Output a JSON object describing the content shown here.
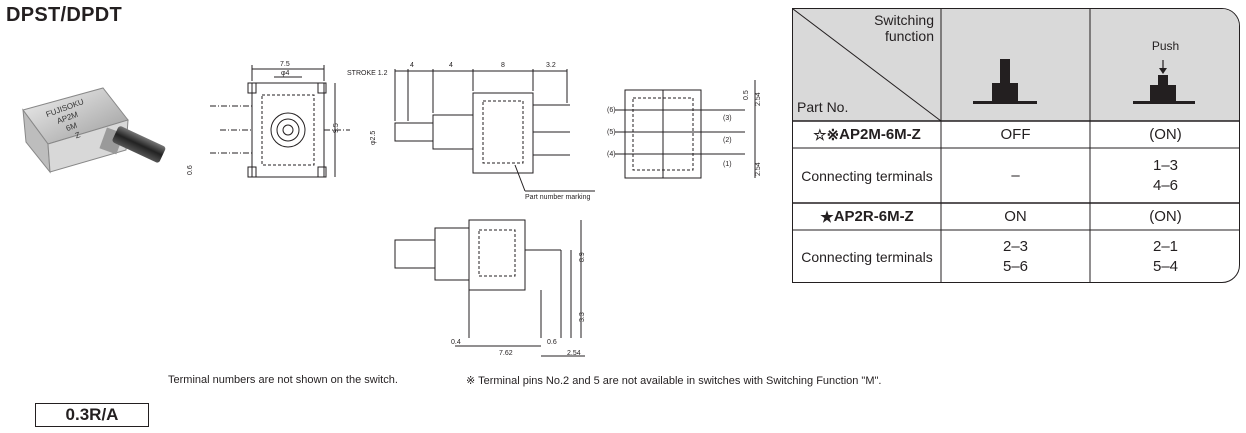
{
  "title": "DPST/DPDT",
  "product_photo": {
    "label_lines": [
      "FUJISOKU",
      "AP2M",
      "6M",
      "Z"
    ]
  },
  "drawings": {
    "front_dims": [
      "7.5",
      "φ4",
      "9.5",
      "0.6"
    ],
    "side_dims": [
      "STROKE 1.2",
      "4",
      "4",
      "8",
      "3.2",
      "φ2.5"
    ],
    "side_marking": "Part number marking",
    "rear_dims": [
      "0.5",
      "2.54",
      "2.54"
    ],
    "rear_terminals_left": [
      "(6)",
      "(5)",
      "(4)"
    ],
    "rear_terminals_right": [
      "(3)",
      "(2)",
      "(1)"
    ],
    "bottom_dims": [
      "8.9",
      "3.3",
      "0.4",
      "0.6",
      "7.62",
      "2.54"
    ]
  },
  "table": {
    "header_diag_top": "Switching function",
    "header_diag_bottom": "Part No.",
    "col_push": "Push",
    "rows": [
      {
        "kind": "part",
        "prefix": "☆※",
        "part": "AP2M-6M-Z",
        "c1": "OFF",
        "c2": "(ON)"
      },
      {
        "kind": "term",
        "label": "Connecting terminals",
        "c1": "–",
        "c2_lines": [
          "1–3",
          "4–6"
        ]
      },
      {
        "kind": "part",
        "prefix": "★",
        "part": "AP2R-6M-Z",
        "c1": "ON",
        "c2": "(ON)"
      },
      {
        "kind": "term",
        "label": "Connecting terminals",
        "c1_lines": [
          "2–3",
          "5–6"
        ],
        "c2_lines": [
          "2–1",
          "5–4"
        ]
      }
    ]
  },
  "notes": {
    "n1": "Terminal numbers are not shown on the switch.",
    "n2": "※ Terminal pins No.2 and 5 are not available in switches with Switching Function \"M\"."
  },
  "rating": "0.3R/A"
}
